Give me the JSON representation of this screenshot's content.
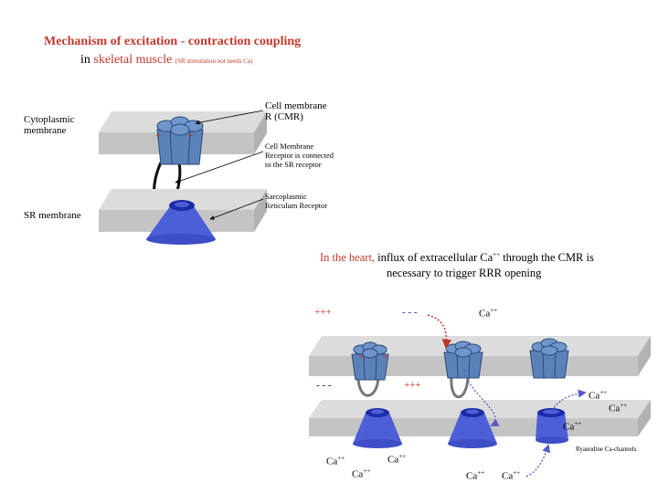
{
  "title": {
    "line1": "Mechanism of excitation - contraction coupling",
    "line2_prefix": "in ",
    "line2_main": "skeletal muscle",
    "line2_note": "(SR stimulation not needs Ca)"
  },
  "skeletal": {
    "cytoplasmic_label_1": "Cytoplasmic",
    "cytoplasmic_label_2": "membrane",
    "sr_membrane_label": "SR membrane",
    "cell_membrane_label_1": "Cell membrane",
    "cell_membrane_label_2": "R (CMR)",
    "connection_note_1": "Cell Membrane",
    "connection_note_2": "Receptor is connected",
    "connection_note_3": "to the SR receptor",
    "sr_receptor_label_1": "Sarcoplasmic",
    "sr_receptor_label_2": "Reticulum Receptor",
    "charge_left": "+",
    "charge_right": "+"
  },
  "heart": {
    "text1_red": "In the heart,",
    "text1_rest": " influx of extracellular Ca",
    "text1_sup": "++",
    "text1_tail": " through the CMR is",
    "text2": "necessary to trigger RRR opening",
    "plus_top": "+++",
    "minus_top": "- - -",
    "minus_bottom": "- - -",
    "plus_bottom": "+++",
    "channel_charge_1": "+",
    "channel_charge_2": "+",
    "ca_base": "Ca",
    "ca_sup": "++",
    "ryanodine_label": "Ryanodine Ca-channels"
  },
  "colors": {
    "membrane_fill": "#c4c4c4",
    "membrane_edge": "#9a9a9a",
    "channel_fill": "#5b82b8",
    "receptor_fill": "#4d5fd6",
    "receptor_dark": "#1e2aa8",
    "red_accent": "#c0392b",
    "blue_accent": "#2b3fa6"
  }
}
